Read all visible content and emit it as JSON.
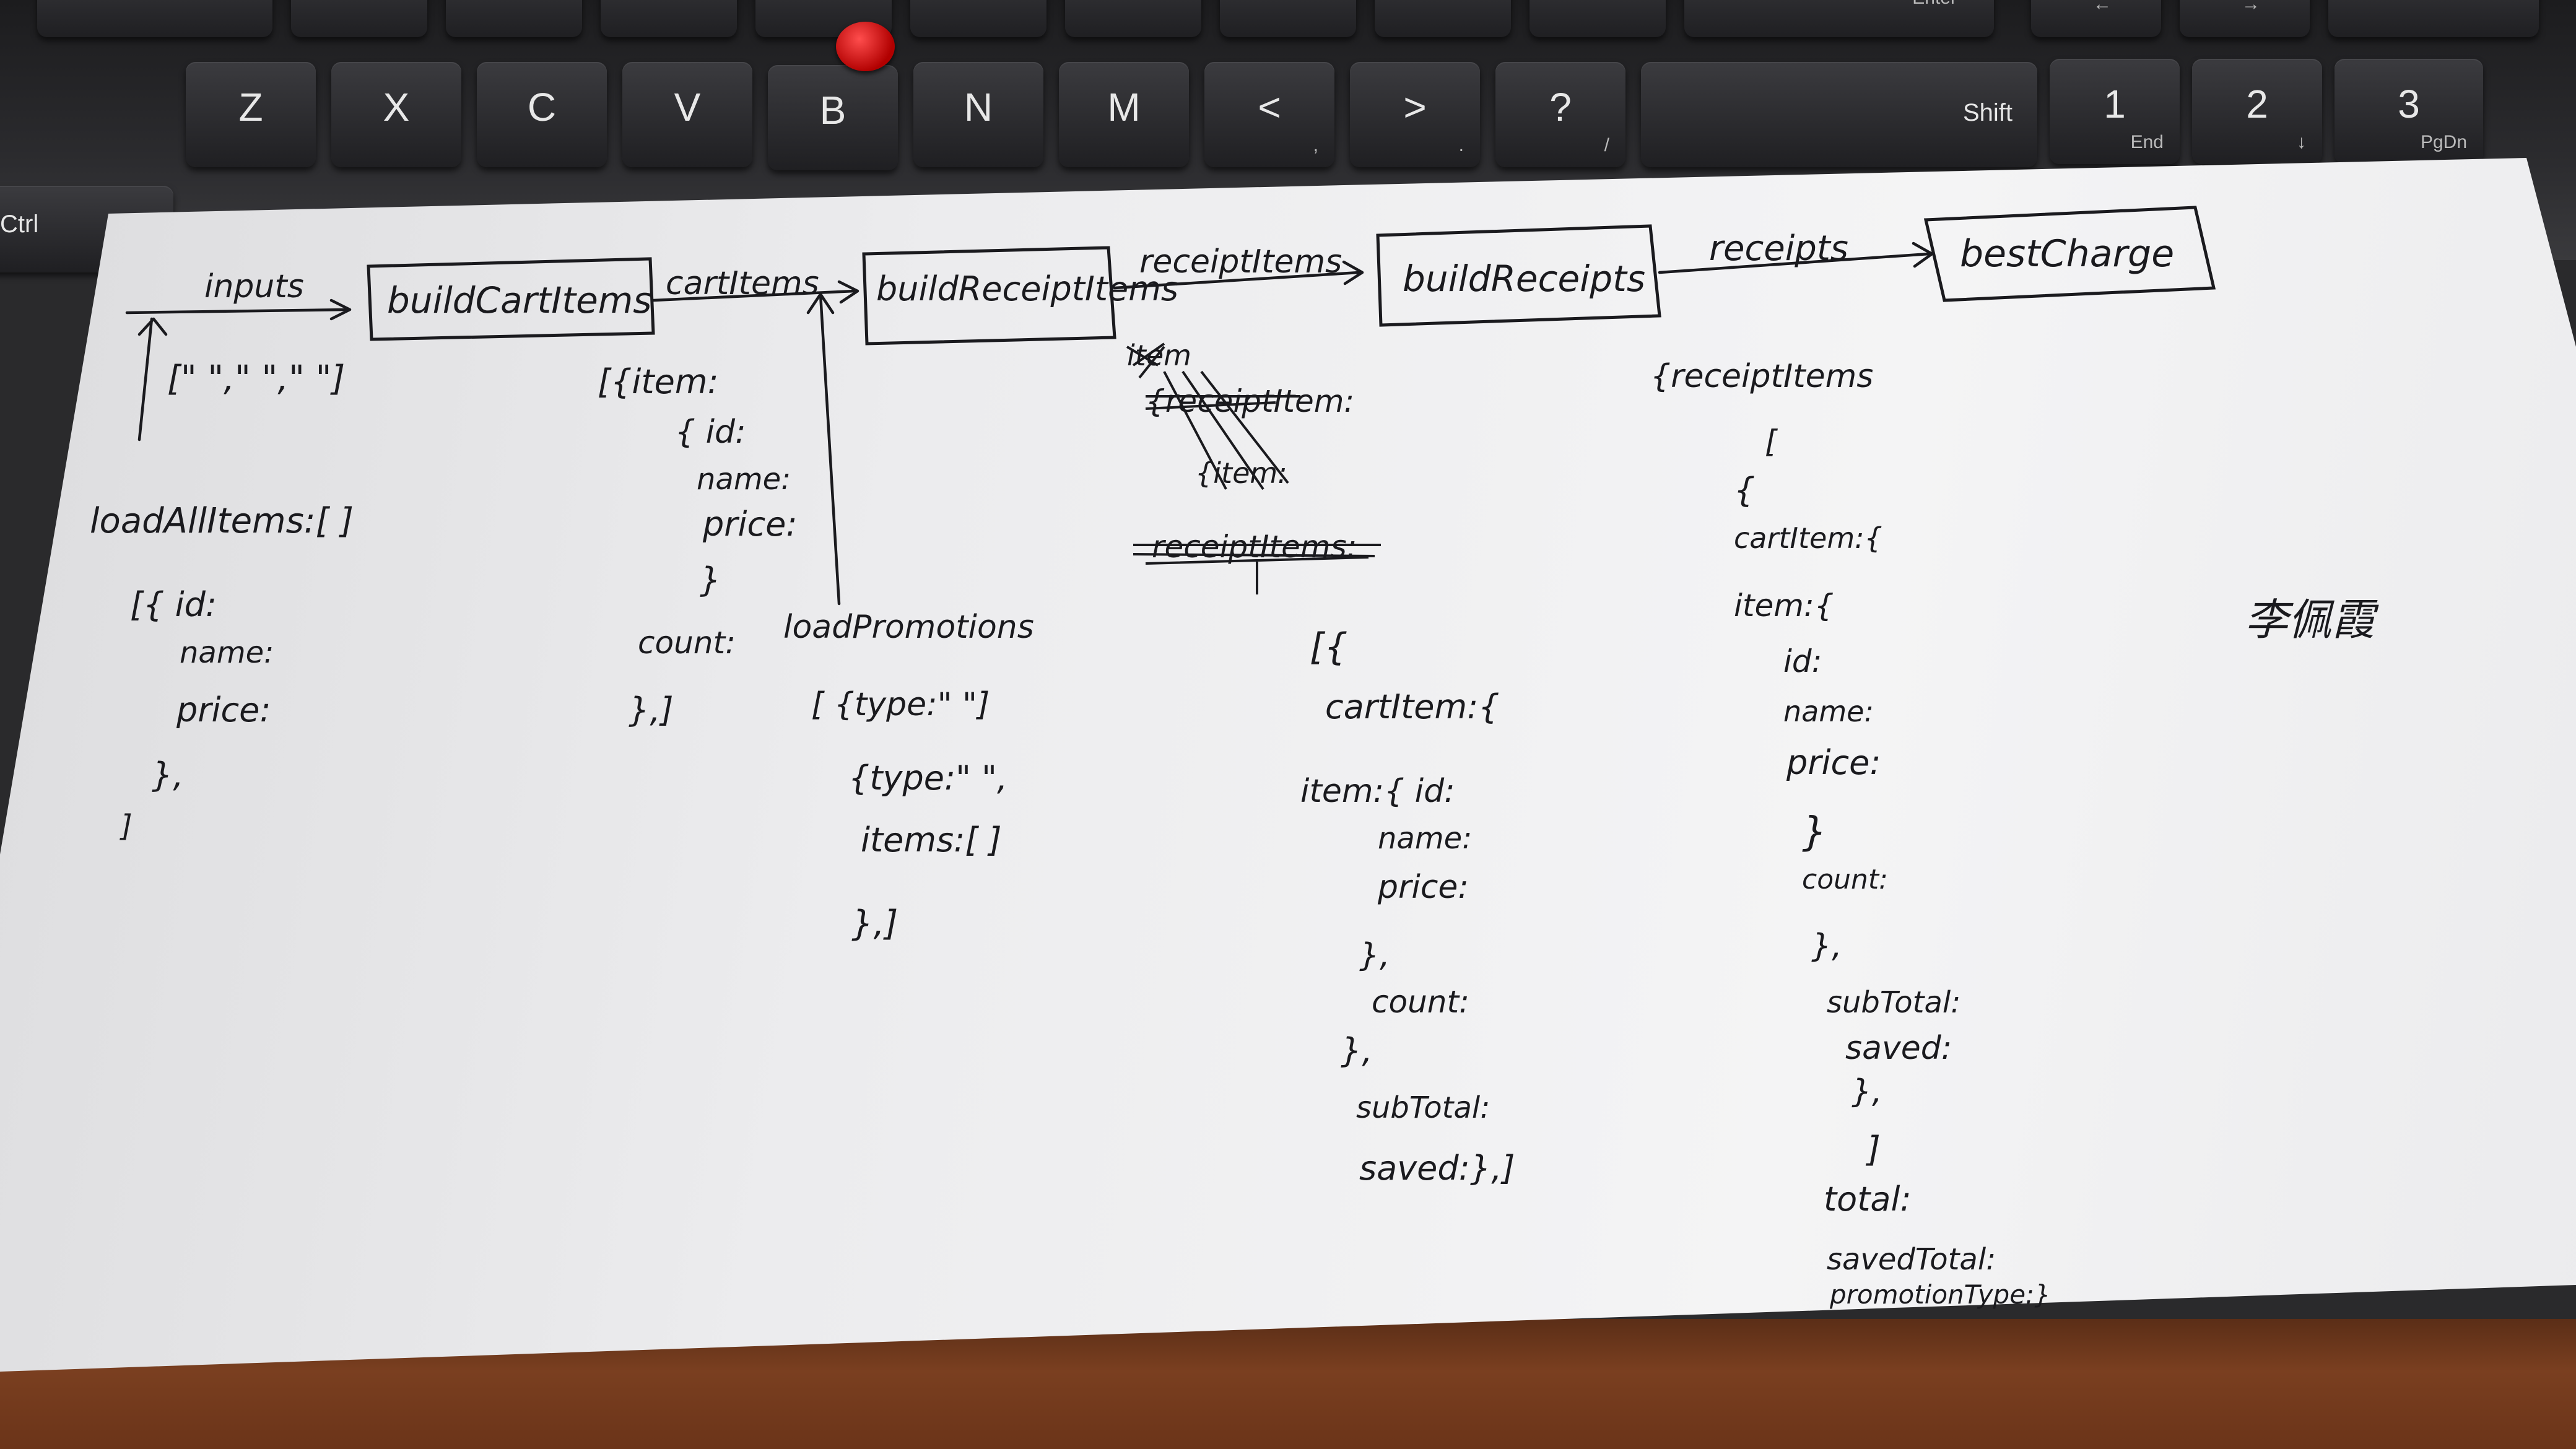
{
  "keyboard": {
    "bottom_row": [
      {
        "main": "Z"
      },
      {
        "main": "X"
      },
      {
        "main": "C"
      },
      {
        "main": "V"
      },
      {
        "main": "B"
      },
      {
        "main": "N"
      },
      {
        "main": "M"
      },
      {
        "main": "<",
        "sub": ","
      },
      {
        "main": ">",
        "sub": "."
      },
      {
        "main": "?",
        "sub": "/"
      },
      {
        "main": "Shift"
      },
      {
        "main": "1",
        "sub": "End"
      },
      {
        "main": "2",
        "sub": "↓"
      },
      {
        "main": "3",
        "sub": "PgDn"
      }
    ],
    "top_row_visible": [
      "Enter",
      "←",
      "→"
    ],
    "ctrl_label": "Ctrl",
    "enter_label": "Enter",
    "trackpoint_color": "#cc0000"
  },
  "flow": {
    "arrow_labels": [
      "inputs",
      "cartItems",
      "receiptItems",
      "receipts"
    ],
    "stages": [
      "buildCartItems",
      "buildReceiptItems",
      "buildReceipts",
      "bestCharge"
    ],
    "input_array": "[\" \",\" \",\" \"]"
  },
  "notes": {
    "load_items": {
      "header": "loadAllItems:[ ]",
      "lines": [
        "[{ id:",
        "name:",
        "price:",
        "},",
        "]"
      ]
    },
    "cart_items": {
      "lines": [
        "[{item:",
        "{ id:",
        "name:",
        "price:",
        "}",
        "count:",
        "},]"
      ]
    },
    "load_promotions": {
      "header": "loadPromotions",
      "lines": [
        "[ {type:\" \"]",
        "{type:\" \",",
        "items:[ ]",
        "},]"
      ]
    },
    "receipt_items_struck": {
      "lines": [
        "item",
        "{receiptItem:",
        "{item:",
        "receiptItems:"
      ]
    },
    "receipt_items": {
      "lines": [
        "[{",
        "cartItem:{",
        "item:{ id:",
        "name:",
        "price:",
        "},",
        "count:",
        "},",
        "subTotal:",
        "saved:},]"
      ]
    },
    "receipts": {
      "lines": [
        "{receiptItems",
        "[",
        "{",
        "cartItem:{",
        "item:{",
        "id:",
        "name:",
        "price:",
        "}",
        "count:",
        "},",
        "subTotal:",
        "saved:",
        "},",
        "]",
        "total:",
        "savedTotal:",
        "promotionType:}"
      ]
    },
    "signature": "李佩霞"
  },
  "colors": {
    "paper": "#f0f0f1",
    "ink": "#1a1a1e",
    "table": "#6b3419",
    "keyboard": "#1f1f22"
  }
}
